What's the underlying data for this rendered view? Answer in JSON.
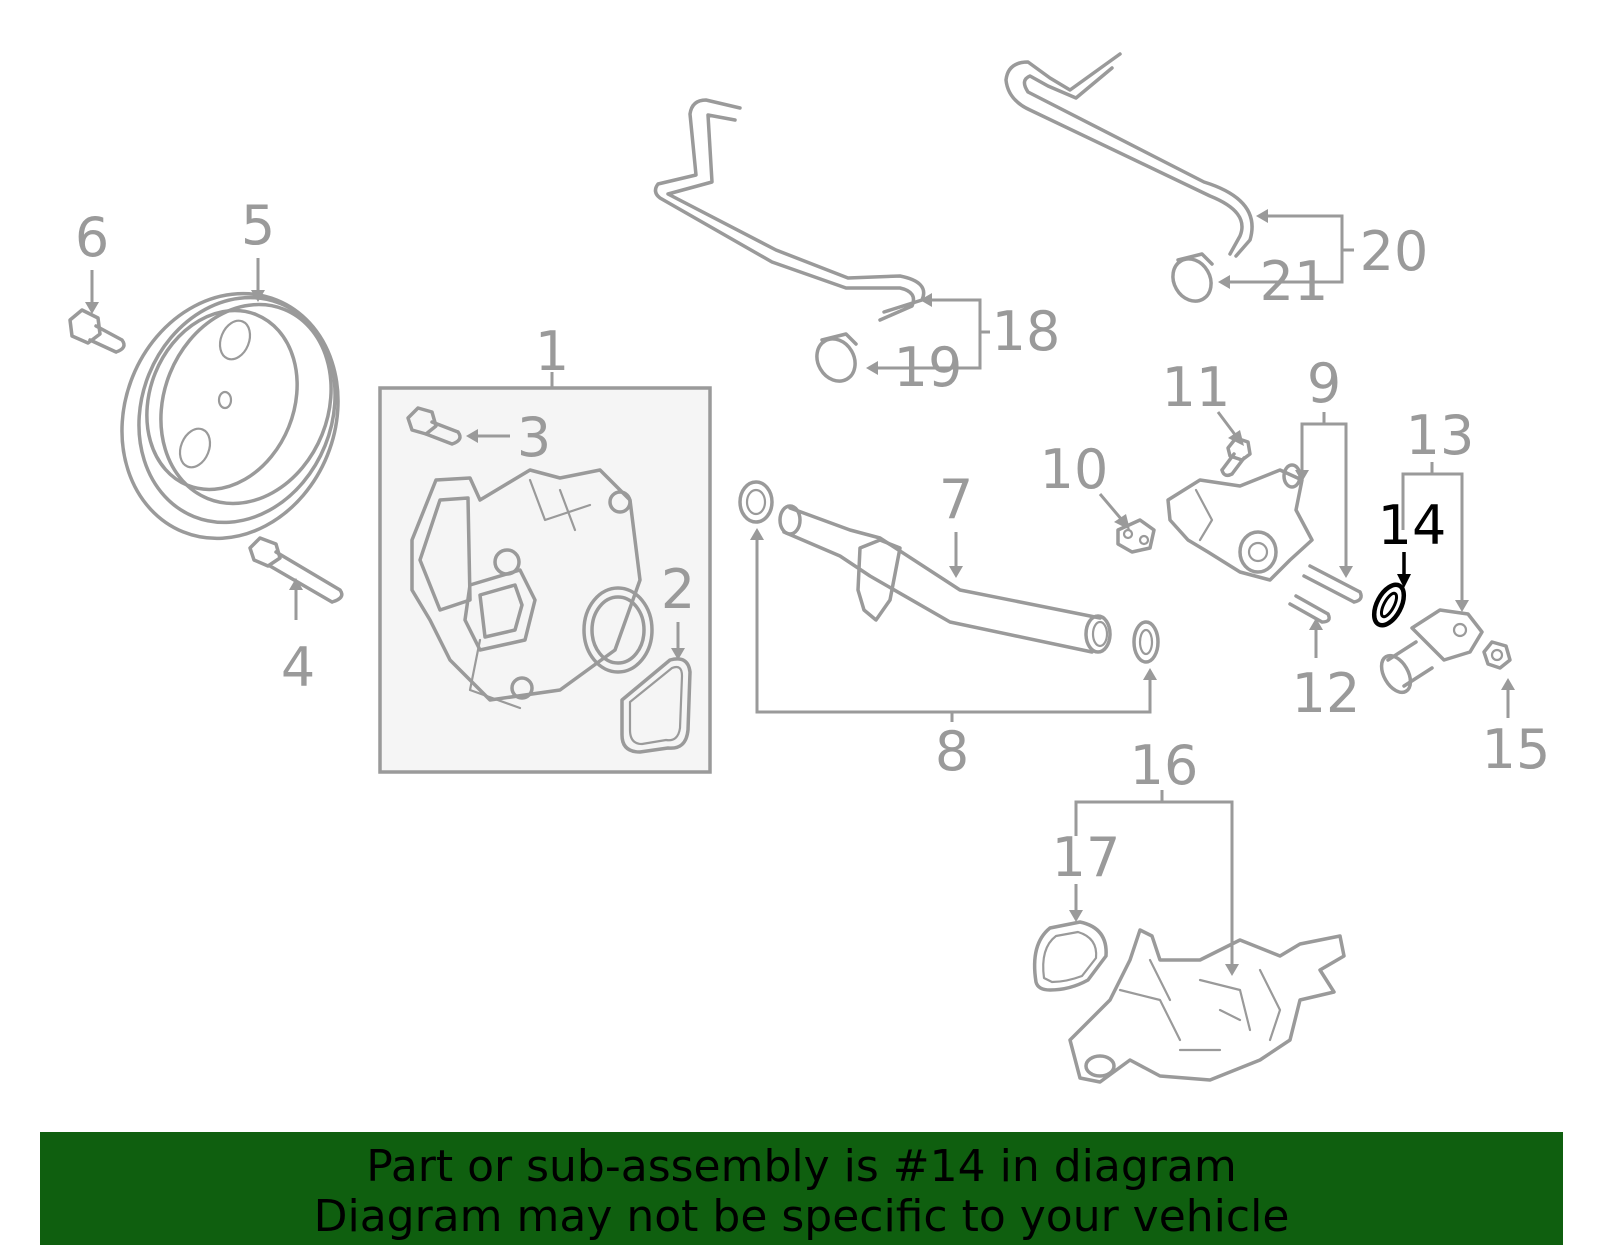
{
  "diagram": {
    "callouts": {
      "c1": "1",
      "c2": "2",
      "c3": "3",
      "c4": "4",
      "c5": "5",
      "c6": "6",
      "c7": "7",
      "c8": "8",
      "c9": "9",
      "c10": "10",
      "c11": "11",
      "c12": "12",
      "c13": "13",
      "c14": "14",
      "c15": "15",
      "c16": "16",
      "c17": "17",
      "c18": "18",
      "c19": "19",
      "c20": "20",
      "c21": "21"
    },
    "highlighted_part": "14",
    "colors": {
      "part_stroke": "#9a9a9a",
      "highlight": "#000000",
      "banner_bg": "#0f5f0f",
      "inset_bg": "#f5f5f5"
    }
  },
  "banner": {
    "line1": "Part or sub-assembly is #14 in diagram",
    "line2": "Diagram may not be specific to your vehicle"
  }
}
